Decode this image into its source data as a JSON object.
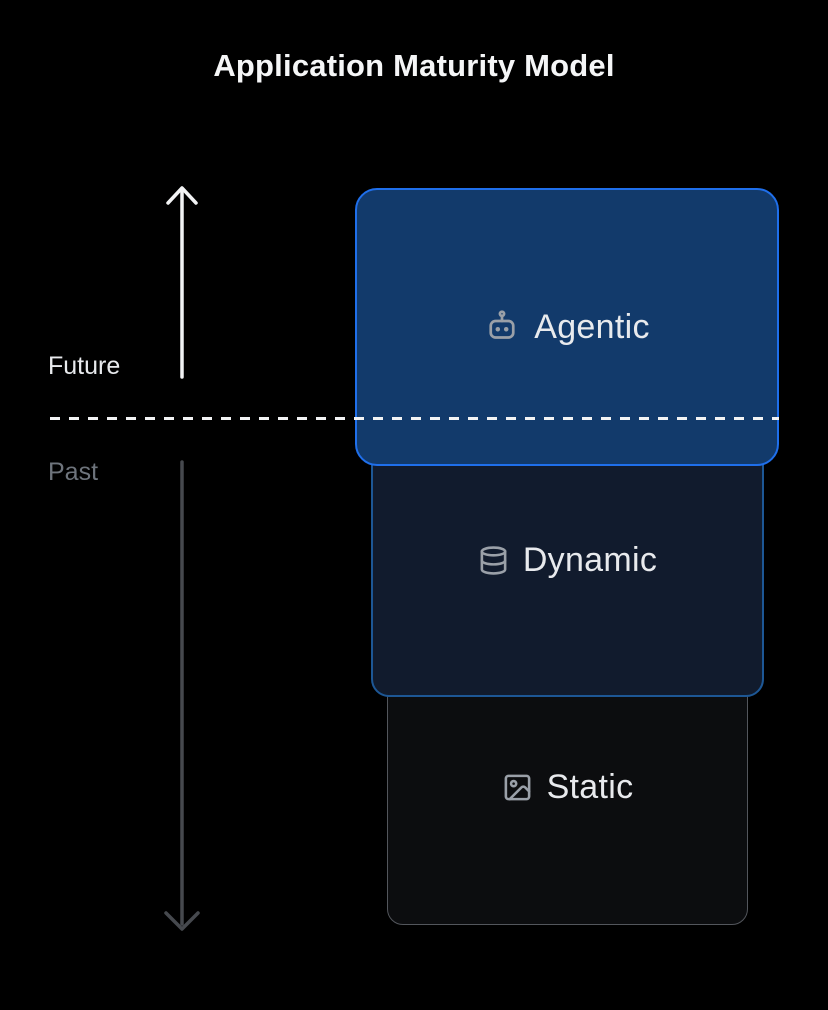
{
  "title": "Application Maturity Model",
  "axis": {
    "future_label": "Future",
    "past_label": "Past",
    "future_arrow_color": "#f2f3f4",
    "past_arrow_color": "#46494e",
    "divider_color": "#f2f3f4"
  },
  "levels": [
    {
      "label": "Agentic",
      "icon": "bot-icon",
      "fill": "#123a6b",
      "border": "#1f6feb",
      "position": "future"
    },
    {
      "label": "Dynamic",
      "icon": "database-icon",
      "fill": "#111b2d",
      "border": "#1d5795",
      "position": "past"
    },
    {
      "label": "Static",
      "icon": "image-icon",
      "fill": "#0c0d0f",
      "border": "#53565c",
      "position": "past"
    }
  ],
  "colors": {
    "background": "#000000",
    "title_text": "#f5f6f7",
    "level_label_text": "#e8eaed",
    "icon_gray": "#9aa0a8",
    "future_label_text": "#e8eaed",
    "past_label_text": "#6e747c"
  }
}
